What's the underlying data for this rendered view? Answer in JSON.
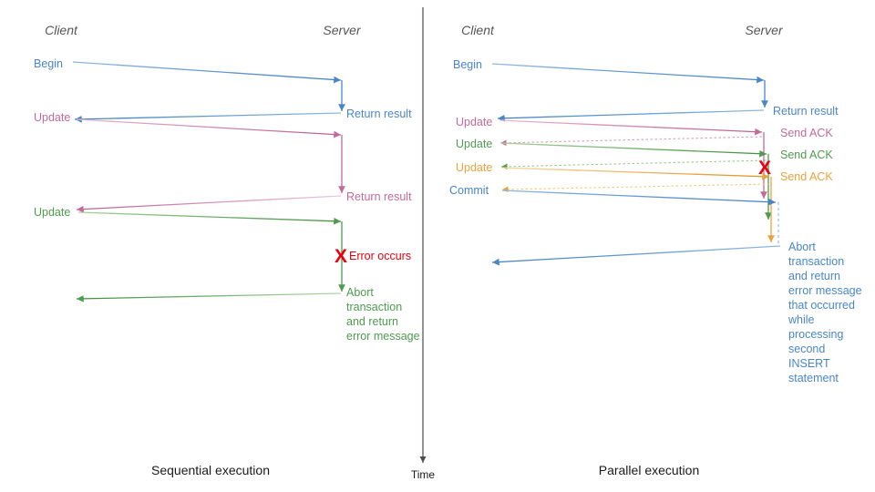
{
  "diagram": {
    "title_left": "Sequential execution",
    "title_right": "Parallel execution",
    "time_axis_label": "Time",
    "colors": {
      "blue": "#4a86c8",
      "blue_light": "#8fb8e0",
      "pink": "#c46a9b",
      "pink_light": "#e3acc8",
      "green": "#4f9b4f",
      "green_light": "#9ccb8f",
      "orange": "#e8a33d",
      "orange_light": "#f5c97f",
      "red": "#e8000d",
      "gray": "#555555",
      "axis": "#4d4d4d"
    }
  },
  "left_panel": {
    "name": "Sequential execution",
    "client_label": "Client",
    "server_label": "Server",
    "bottom_caption": "Sequential execution",
    "messages": [
      {
        "id": "begin",
        "label": "Begin",
        "color": "blue",
        "side": "client"
      },
      {
        "id": "return-result-1",
        "label": "Return result",
        "color": "blue",
        "side": "server"
      },
      {
        "id": "update-1",
        "label": "Update",
        "color": "pink",
        "side": "client"
      },
      {
        "id": "return-result-2",
        "label": "Return result",
        "color": "pink",
        "side": "server"
      },
      {
        "id": "update-2",
        "label": "Update",
        "color": "green",
        "side": "client"
      },
      {
        "id": "error-occurs",
        "label": "Error occurs",
        "color": "red",
        "side": "server"
      }
    ],
    "error_marker": "X",
    "abort_note": {
      "color": "green",
      "lines": [
        "Abort",
        "transaction",
        "and return",
        "error message"
      ]
    }
  },
  "right_panel": {
    "name": "Parallel execution",
    "client_label": "Client",
    "server_label": "Server",
    "bottom_caption": "Parallel execution",
    "messages": [
      {
        "id": "begin",
        "label": "Begin",
        "color": "blue",
        "side": "client"
      },
      {
        "id": "return-result",
        "label": "Return result",
        "color": "blue",
        "side": "server"
      },
      {
        "id": "update-1",
        "label": "Update",
        "color": "pink",
        "side": "client"
      },
      {
        "id": "send-ack-1",
        "label": "Send ACK",
        "color": "pink",
        "side": "server"
      },
      {
        "id": "update-2",
        "label": "Update",
        "color": "green",
        "side": "client"
      },
      {
        "id": "send-ack-2",
        "label": "Send ACK",
        "color": "green",
        "side": "server"
      },
      {
        "id": "update-3",
        "label": "Update",
        "color": "orange",
        "side": "client"
      },
      {
        "id": "send-ack-3",
        "label": "Send ACK",
        "color": "orange",
        "side": "server"
      },
      {
        "id": "commit",
        "label": "Commit",
        "color": "blue",
        "side": "client"
      }
    ],
    "error_marker": "X",
    "abort_note": {
      "color": "blue",
      "lines": [
        "Abort",
        "transaction",
        "and return",
        "error message",
        "that occurred",
        "while",
        "processing",
        "second",
        "INSERT",
        "statement"
      ]
    }
  }
}
